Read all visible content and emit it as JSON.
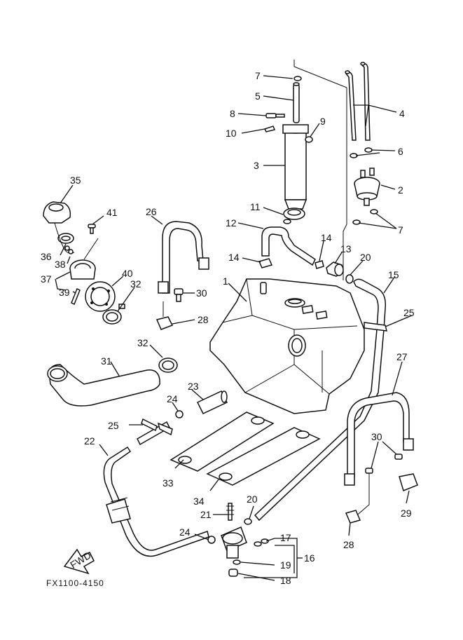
{
  "figure_code": "FX1100-4150",
  "direction_label": "FWD",
  "callouts": [
    {
      "id": "c1",
      "label": "1"
    },
    {
      "id": "c2",
      "label": "2"
    },
    {
      "id": "c3",
      "label": "3"
    },
    {
      "id": "c4",
      "label": "4"
    },
    {
      "id": "c5",
      "label": "5"
    },
    {
      "id": "c6",
      "label": "6"
    },
    {
      "id": "c7a",
      "label": "7"
    },
    {
      "id": "c7b",
      "label": "7"
    },
    {
      "id": "c8",
      "label": "8"
    },
    {
      "id": "c9",
      "label": "9"
    },
    {
      "id": "c10",
      "label": "10"
    },
    {
      "id": "c11",
      "label": "11"
    },
    {
      "id": "c12",
      "label": "12"
    },
    {
      "id": "c13",
      "label": "13"
    },
    {
      "id": "c14a",
      "label": "14"
    },
    {
      "id": "c14b",
      "label": "14"
    },
    {
      "id": "c15",
      "label": "15"
    },
    {
      "id": "c16",
      "label": "16"
    },
    {
      "id": "c17",
      "label": "17"
    },
    {
      "id": "c18",
      "label": "18"
    },
    {
      "id": "c19",
      "label": "19"
    },
    {
      "id": "c20a",
      "label": "20"
    },
    {
      "id": "c20b",
      "label": "20"
    },
    {
      "id": "c21",
      "label": "21"
    },
    {
      "id": "c22",
      "label": "22"
    },
    {
      "id": "c23",
      "label": "23"
    },
    {
      "id": "c24a",
      "label": "24"
    },
    {
      "id": "c24b",
      "label": "24"
    },
    {
      "id": "c25a",
      "label": "25"
    },
    {
      "id": "c25b",
      "label": "25"
    },
    {
      "id": "c26",
      "label": "26"
    },
    {
      "id": "c27",
      "label": "27"
    },
    {
      "id": "c28a",
      "label": "28"
    },
    {
      "id": "c28b",
      "label": "28"
    },
    {
      "id": "c29",
      "label": "29"
    },
    {
      "id": "c30a",
      "label": "30"
    },
    {
      "id": "c30b",
      "label": "30"
    },
    {
      "id": "c31",
      "label": "31"
    },
    {
      "id": "c32a",
      "label": "32"
    },
    {
      "id": "c32b",
      "label": "32"
    },
    {
      "id": "c33",
      "label": "33"
    },
    {
      "id": "c34",
      "label": "34"
    },
    {
      "id": "c35",
      "label": "35"
    },
    {
      "id": "c36",
      "label": "36"
    },
    {
      "id": "c37",
      "label": "37"
    },
    {
      "id": "c38",
      "label": "38"
    },
    {
      "id": "c39",
      "label": "39"
    },
    {
      "id": "c40",
      "label": "40"
    },
    {
      "id": "c41",
      "label": "41"
    }
  ]
}
